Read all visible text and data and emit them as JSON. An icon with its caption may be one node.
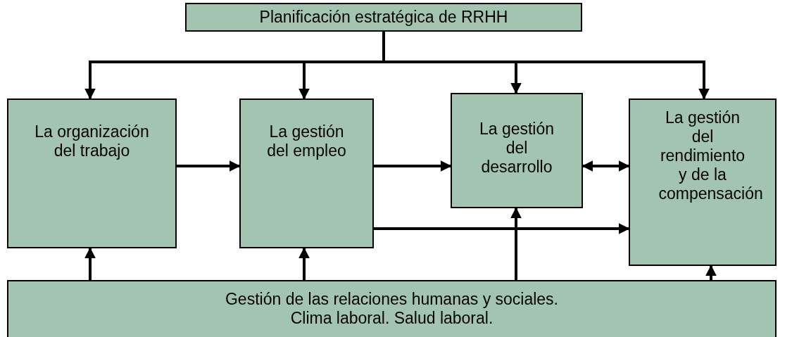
{
  "diagram": {
    "nodes": [
      {
        "text": [
          "Planificación estratégica de RRHH"
        ]
      },
      {
        "text": [
          "La organización del trabajo"
        ]
      },
      {
        "text": [
          "La gestión del empleo"
        ]
      },
      {
        "text": [
          "La gestión del desarrollo"
        ]
      },
      {
        "text": [
          "La gestión del rendimiento y de la compensación"
        ]
      },
      {
        "text": [
          "Gestión de las relaciones humanas y sociales. Clima laboral. Salud laboral."
        ]
      }
    ],
    "edges": [
      {
        "from": 0,
        "to": 1,
        "arrow": "to"
      },
      {
        "from": 0,
        "to": 2,
        "arrow": "to"
      },
      {
        "from": 0,
        "to": 3,
        "arrow": "to"
      },
      {
        "from": 0,
        "to": 4,
        "arrow": "to"
      },
      {
        "from": 1,
        "to": 2,
        "arrow": "to"
      },
      {
        "from": 2,
        "to": 3,
        "arrow": "to"
      },
      {
        "from": 3,
        "to": 4,
        "arrow": "both"
      },
      {
        "from": 2,
        "to": 4,
        "arrow": "to"
      },
      {
        "from": 5,
        "to": 1,
        "arrow": "to"
      },
      {
        "from": 5,
        "to": 2,
        "arrow": "to"
      },
      {
        "from": 5,
        "to": 3,
        "arrow": "to"
      },
      {
        "from": 5,
        "to": 4,
        "arrow": "to"
      }
    ]
  }
}
